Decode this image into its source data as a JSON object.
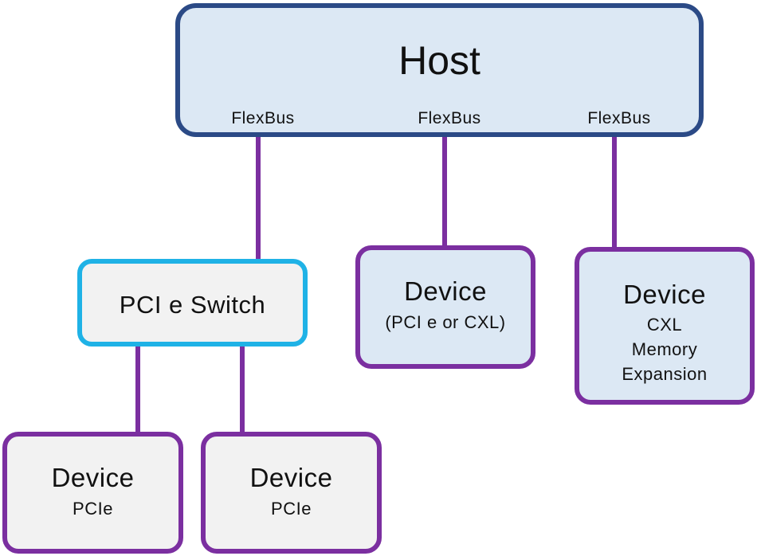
{
  "colors": {
    "host_border": "#2b4a86",
    "host_fill": "#dce8f4",
    "switch_border": "#1fb2e6",
    "device_border": "#7b2fa0",
    "connector": "#7b2fa0",
    "light_fill": "#f2f2f2"
  },
  "host": {
    "title": "Host",
    "ports": [
      "FlexBus",
      "FlexBus",
      "FlexBus"
    ]
  },
  "switch": {
    "label": "PCI e Switch"
  },
  "devices": [
    {
      "title": "Device",
      "subtitle_lines": [
        "(PCI e or CXL)"
      ]
    },
    {
      "title": "Device",
      "subtitle_lines": [
        "CXL",
        "Memory",
        "Expansion"
      ]
    },
    {
      "title": "Device",
      "subtitle_lines": [
        "PCIe"
      ]
    },
    {
      "title": "Device",
      "subtitle_lines": [
        "PCIe"
      ]
    }
  ]
}
